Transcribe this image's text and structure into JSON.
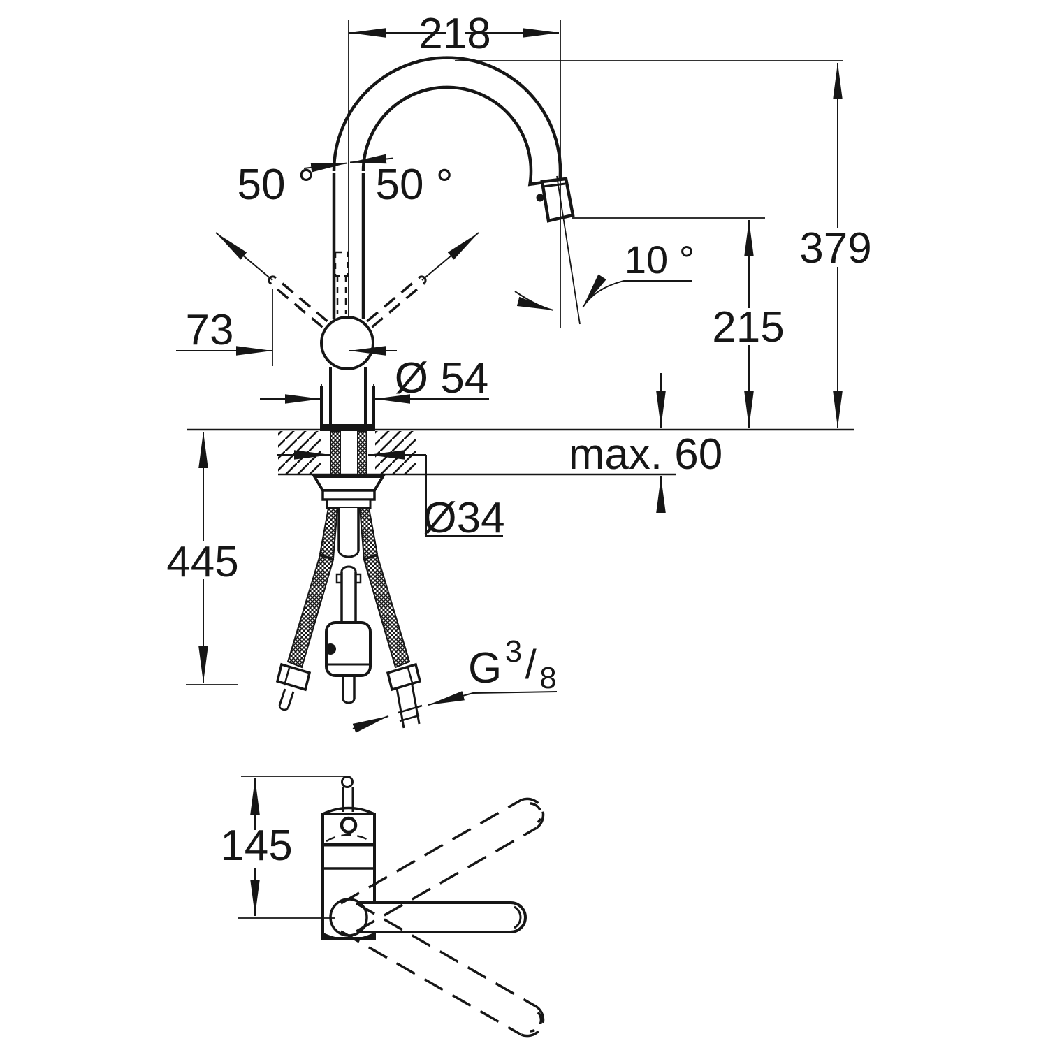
{
  "drawing": {
    "kind": "faucet-installation-dimension-diagram",
    "colors": {
      "line": "#161616",
      "background": "#ffffff"
    },
    "labels": {
      "spout_reach": "218",
      "swivel_left": "50 °",
      "swivel_right": "50 °",
      "total_height": "379",
      "outlet_height": "215",
      "head_angle": "10 °",
      "lever_projection": "73",
      "base_diameter": "Ø 54",
      "deck_thickness": "max. 60",
      "hole_diameter": "Ø34",
      "hose_length": "445",
      "thread": {
        "g": "G",
        "numerator": "3",
        "slash": "/",
        "denominator": "8"
      },
      "top_view_height": "145"
    }
  }
}
